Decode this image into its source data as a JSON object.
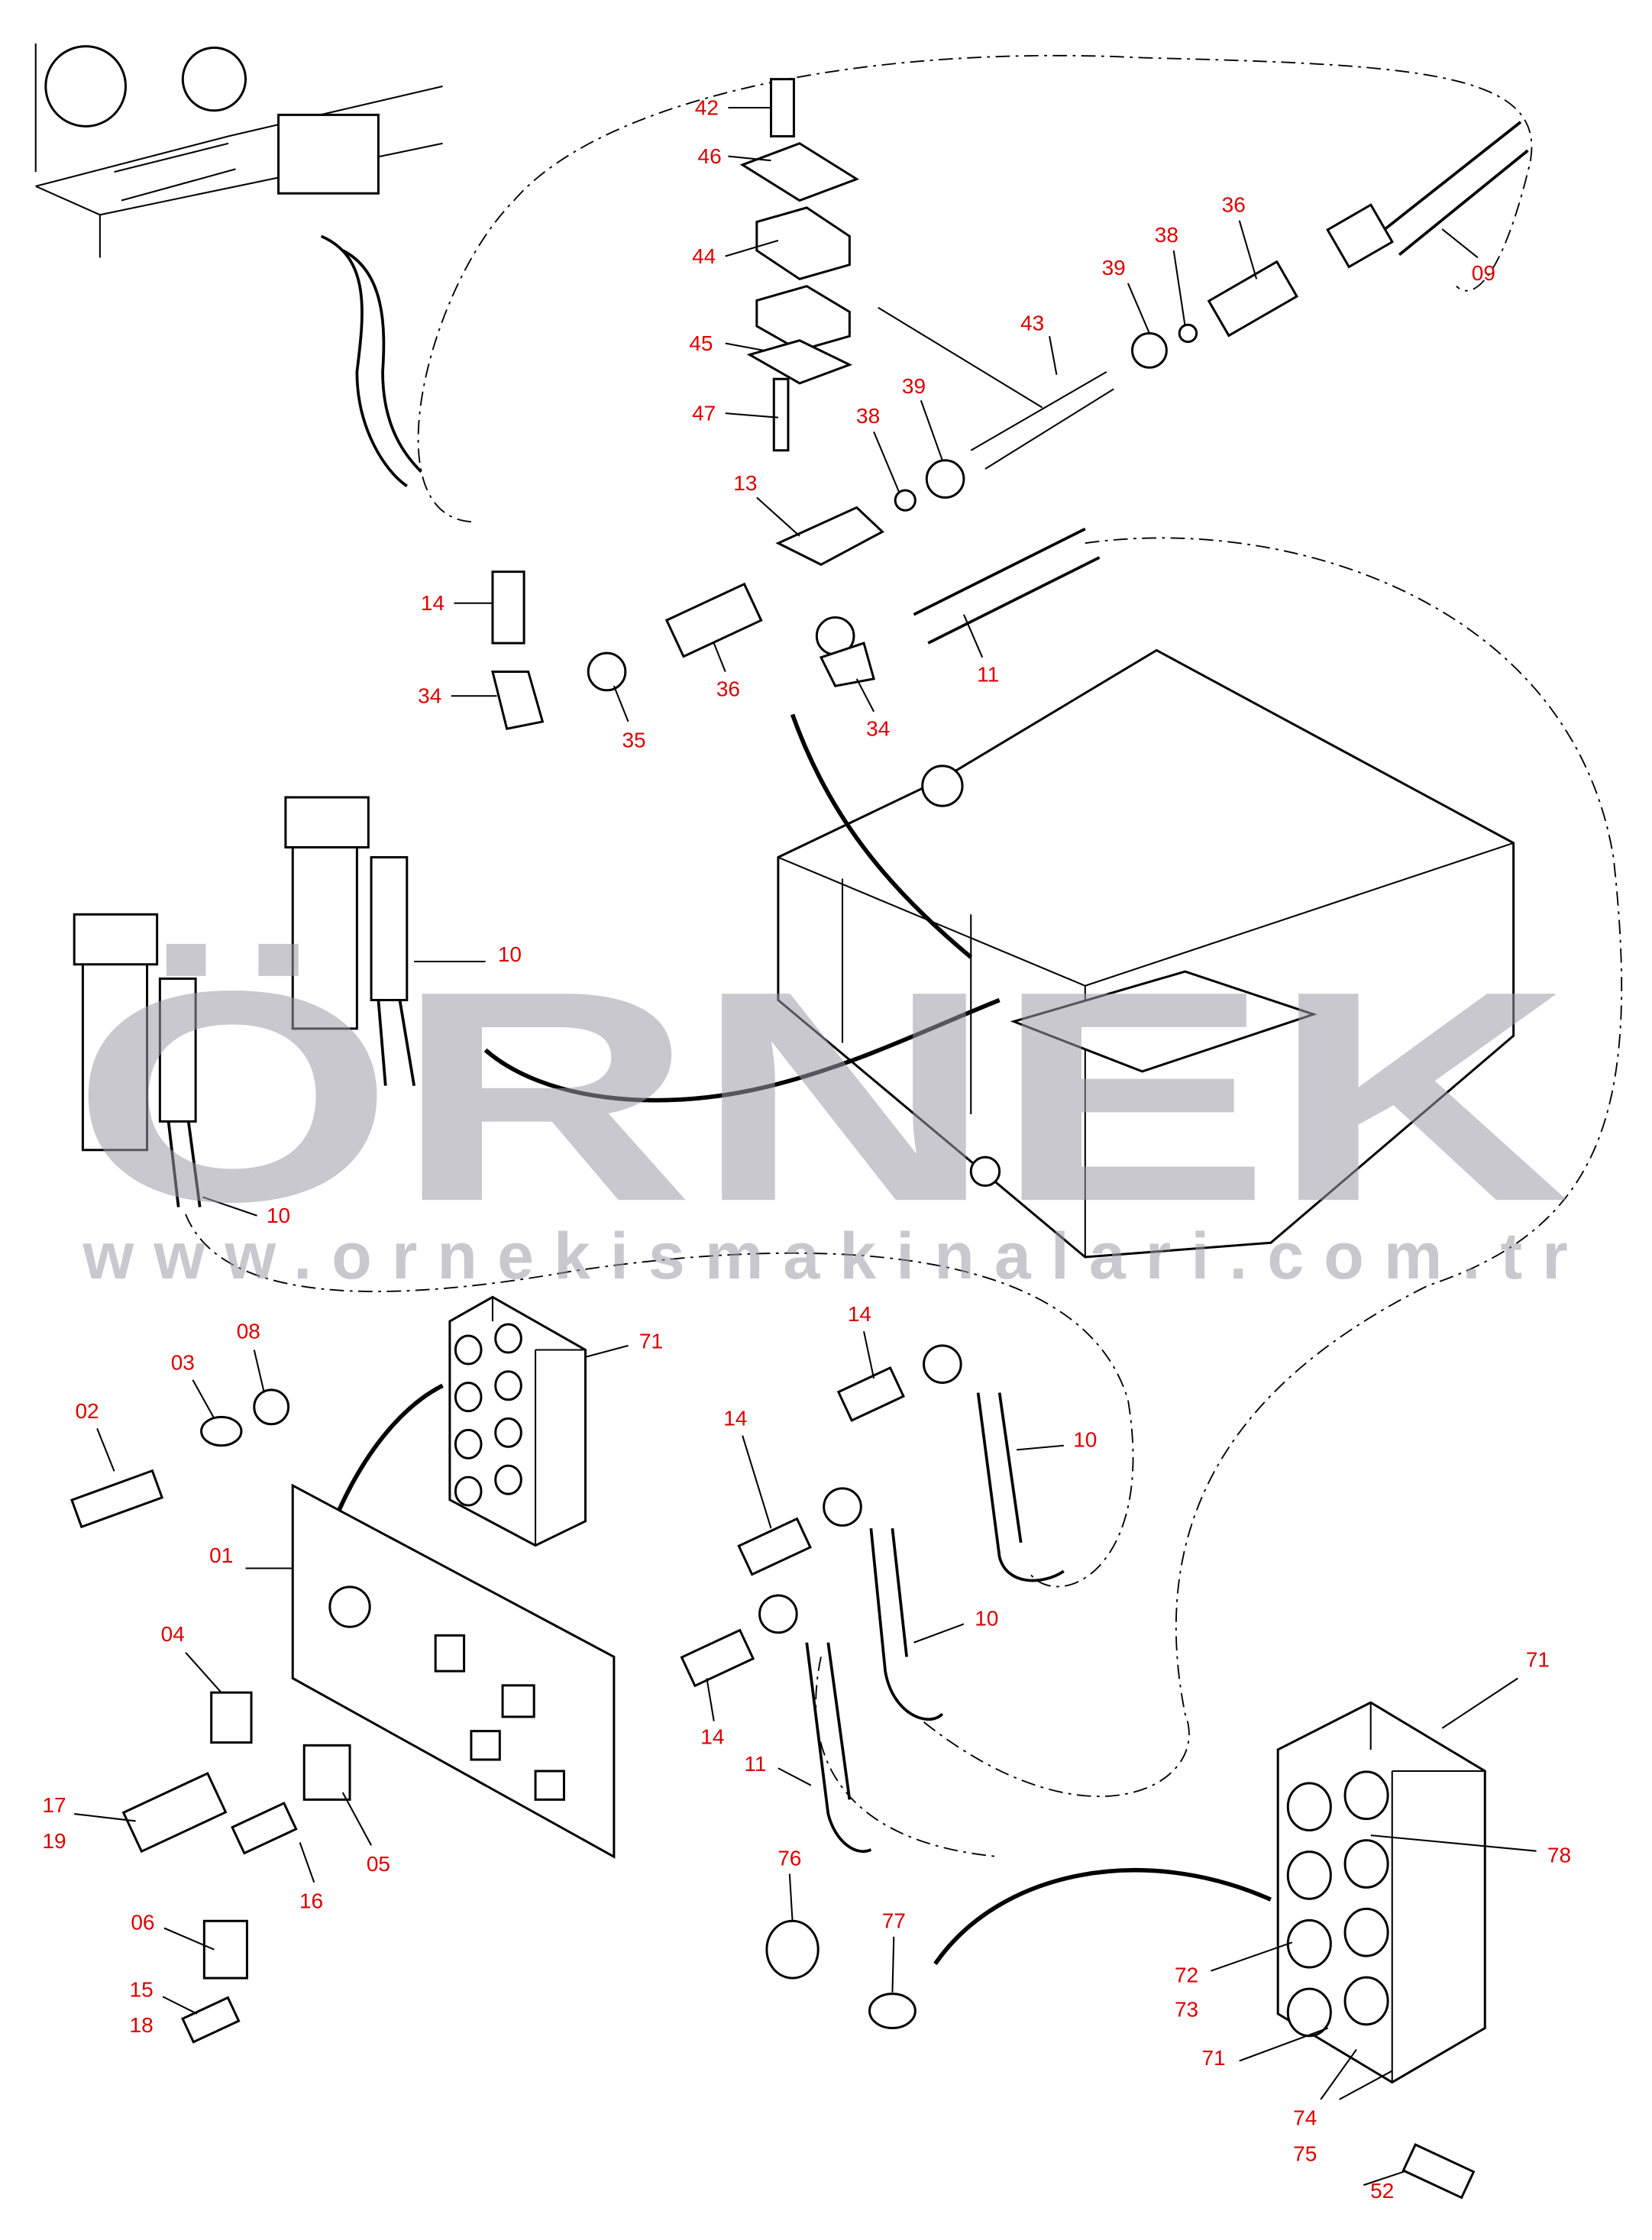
{
  "watermark": {
    "brand": "ÖRNEK",
    "url": "www.ornekismakinalari.com.tr"
  },
  "label_color": "#dd0000",
  "part_labels": [
    "42",
    "46",
    "44",
    "45",
    "47",
    "43",
    "39",
    "38",
    "36",
    "09",
    "39",
    "38",
    "13",
    "14",
    "34",
    "35",
    "36",
    "11",
    "34",
    "10",
    "10",
    "71",
    "08",
    "03",
    "02",
    "14",
    "14",
    "10",
    "01",
    "10",
    "04",
    "14",
    "11",
    "71",
    "17",
    "19",
    "05",
    "16",
    "76",
    "77",
    "78",
    "06",
    "72",
    "73",
    "71",
    "15",
    "18",
    "74",
    "75",
    "52"
  ]
}
